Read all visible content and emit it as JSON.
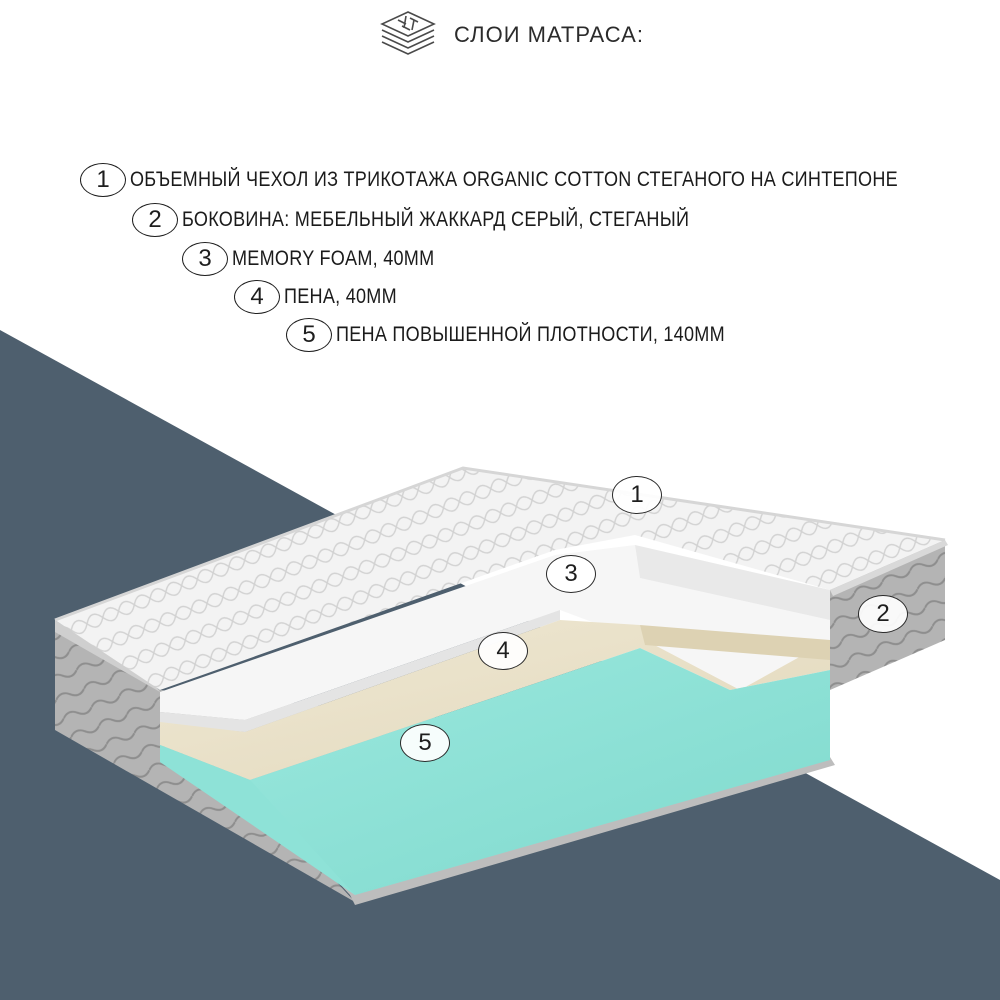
{
  "header": {
    "title": "СЛОИ МАТРАСА:",
    "icon": "layers-icon"
  },
  "layers": [
    {
      "number": "1",
      "label": "ОБЪЕМНЫЙ ЧЕХОЛ ИЗ ТРИКОТАЖА ORGANIC COTTON СТЕГАНОГО НА СИНТЕПОНЕ"
    },
    {
      "number": "2",
      "label": "БОКОВИНА: МЕБЕЛЬНЫЙ ЖАККАРД СЕРЫЙ, СТЕГАНЫЙ"
    },
    {
      "number": "3",
      "label": "MEMORY FOAM, 40ММ"
    },
    {
      "number": "4",
      "label": "ПЕНА, 40ММ"
    },
    {
      "number": "5",
      "label": "ПЕНА ПОВЫШЕННОЙ ПЛОТНОСТИ, 140ММ"
    }
  ],
  "colors": {
    "background_band": "#4e5f6e",
    "cover": "#f2f2f2",
    "side": "#a9a9a9",
    "memory_foam": "#f7f7f7",
    "foam": "#ece4cc",
    "high_density_foam": "#8fe3d8"
  }
}
